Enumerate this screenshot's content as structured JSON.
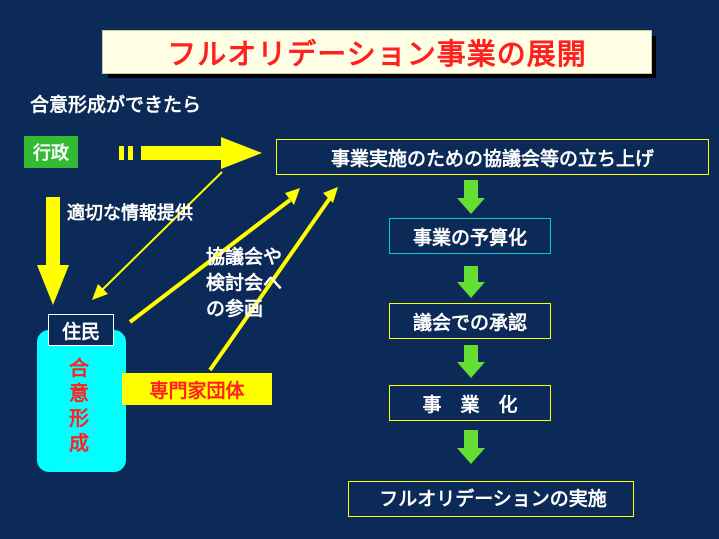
{
  "title": "フルオリデーション事業の展開",
  "subtitle": "合意形成ができたら",
  "gyousei": "行政",
  "info_label": "適切な情報提供",
  "participation_label": [
    "協議会や",
    "検討会へ",
    "の参画"
  ],
  "jumin": "住民",
  "goui_keisei": [
    "合",
    "意",
    "形",
    "成"
  ],
  "senmon": "専門家団体",
  "flow_steps": [
    "事業実施のための協議会等の立ち上げ",
    "事業の予算化",
    "議会での承認",
    "事　業　化",
    "フルオリデーションの実施"
  ],
  "colors": {
    "background": "#0b2a57",
    "arrow_yellow": "#ffff00",
    "arrow_green": "#66dd33",
    "title_text": "#ff2020",
    "cylinder": "#00ffff"
  }
}
